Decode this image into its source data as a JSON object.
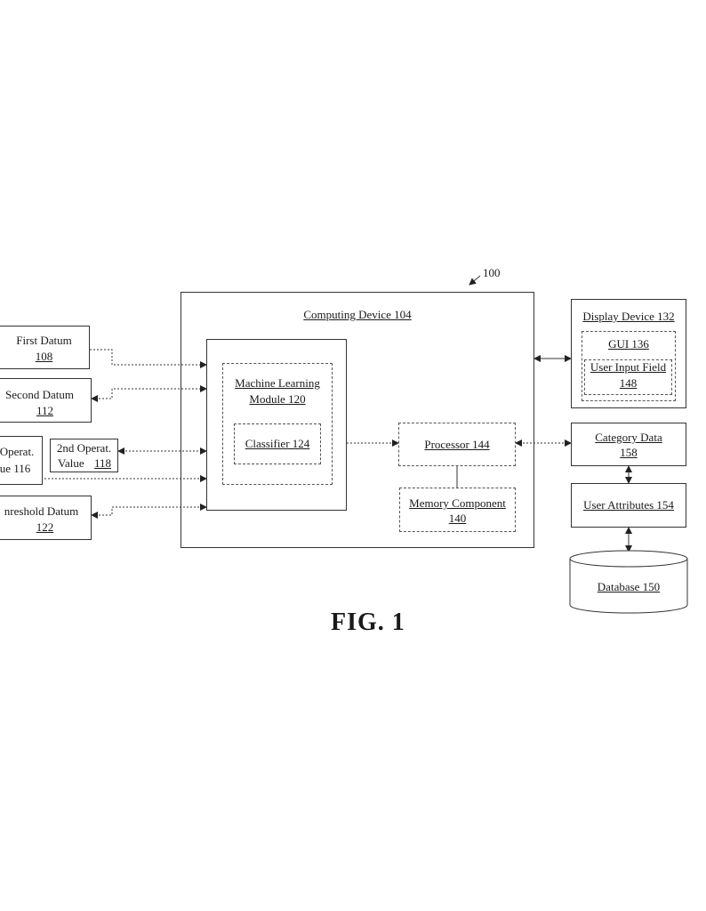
{
  "figure": {
    "ref": "100",
    "caption": "FIG. 1"
  },
  "inputs": {
    "first_datum": [
      "First Datum",
      "108"
    ],
    "second_datum": [
      "Second Datum",
      "112"
    ],
    "first_operational_value": [
      "Operat.",
      "ue 116"
    ],
    "second_operational_value": [
      "2nd Operat.",
      "Value",
      "118"
    ],
    "threshold_datum": [
      "nreshold Datum",
      "122"
    ]
  },
  "computing_device": {
    "label": "Computing Device 104",
    "ml_module": [
      "Machine Learning",
      "Module 120"
    ],
    "classifier": "Classifier 124",
    "processor": "Processor 144",
    "memory": [
      "Memory Component",
      "140"
    ]
  },
  "right_side": {
    "display_device": "Display Device 132",
    "gui": "GUI 136",
    "user_input_field": [
      "User Input Field",
      "148"
    ],
    "category_data": [
      "Category Data",
      "158"
    ],
    "user_attributes": "User Attributes 154",
    "database": "Database 150"
  }
}
